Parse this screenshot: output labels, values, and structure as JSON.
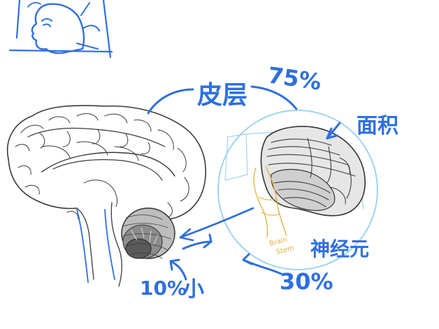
{
  "annotations": {
    "cortex": "皮层",
    "cortex_percent": "75%",
    "surface_area": "面积",
    "neurons": "神经元",
    "cerebellum_percent": "30%",
    "brain_ten_percent": "10%",
    "small": "小",
    "brain_stem_line1": "Brain",
    "brain_stem_line2": "Stem"
  },
  "colors": {
    "ink": "#2f6fe0",
    "pencil": "#3a3a3a",
    "magnifier": "#9fd3f0",
    "brainstem": "#e0b23a"
  }
}
